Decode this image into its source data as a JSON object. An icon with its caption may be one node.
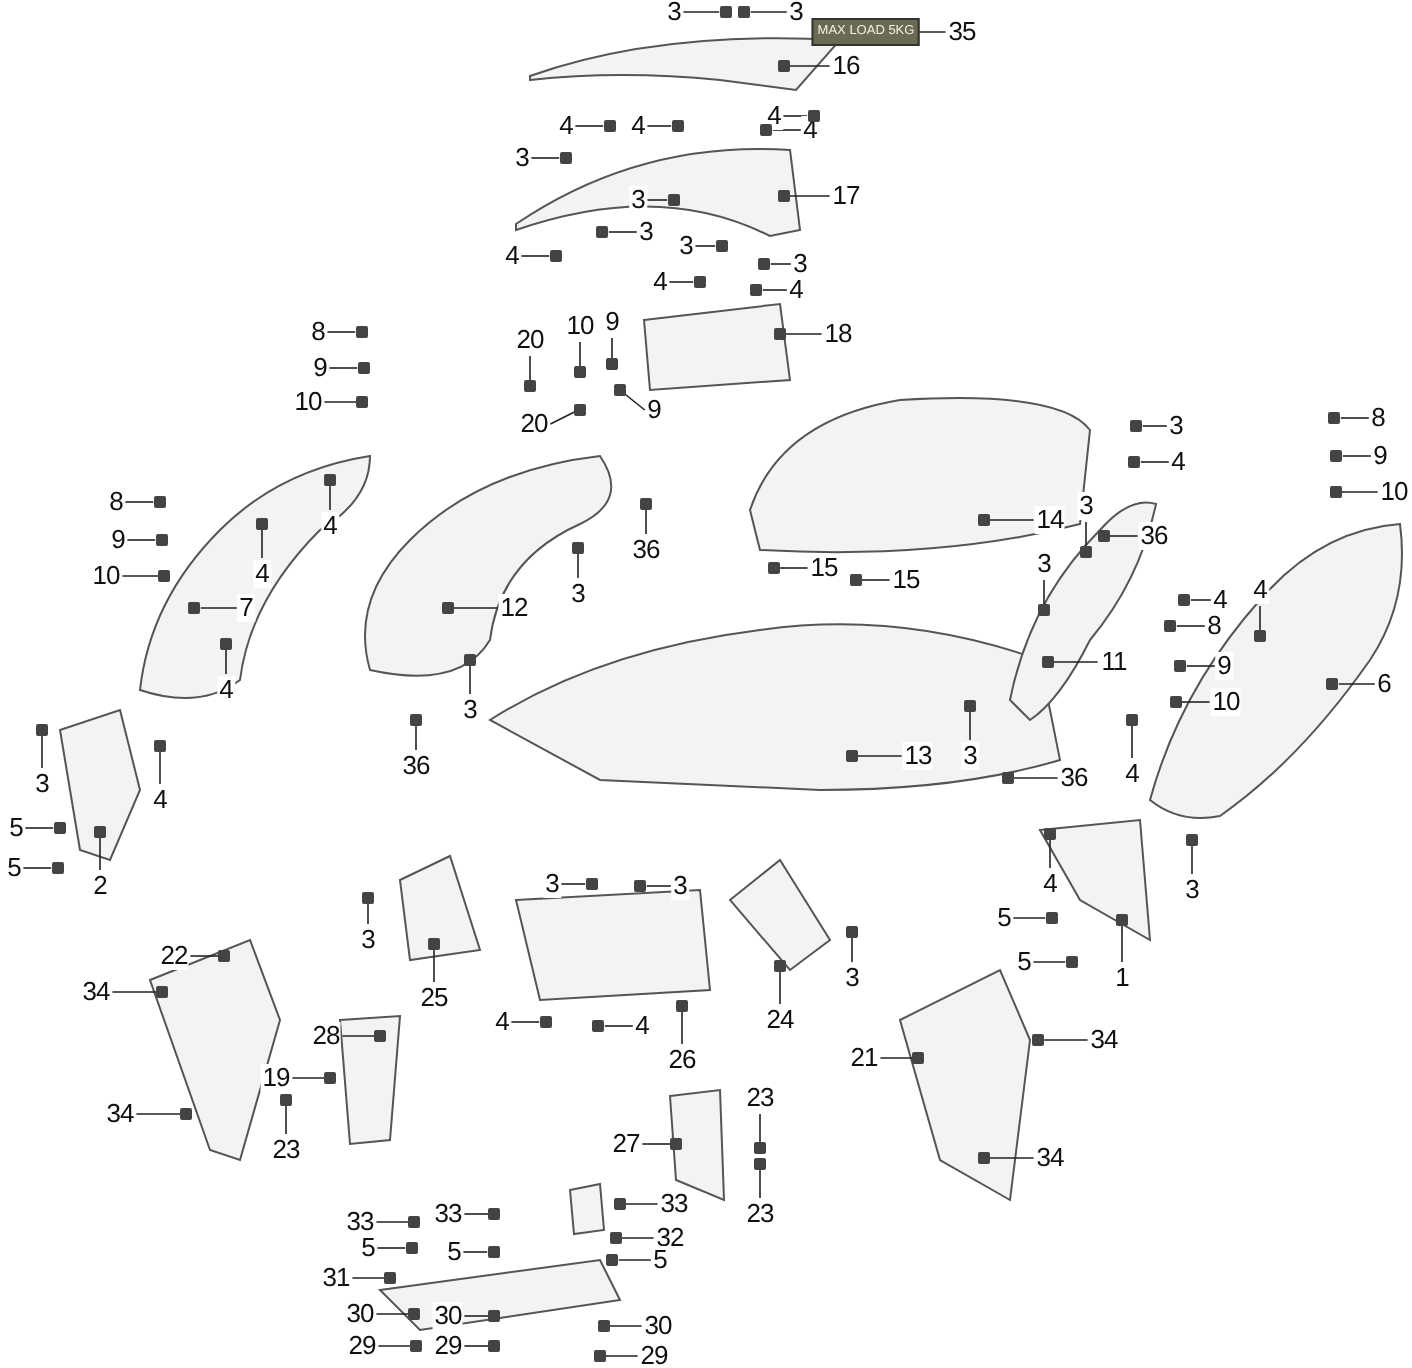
{
  "diagram": {
    "nodes": [
      {
        "text": [
          "3"
        ]
      },
      {
        "text": [
          "3"
        ]
      },
      {
        "text": [
          "MAX LOAD 5KG"
        ]
      },
      {
        "text": [
          "35"
        ]
      },
      {
        "text": [
          "16"
        ]
      },
      {
        "text": [
          "4"
        ]
      },
      {
        "text": [
          "4"
        ]
      },
      {
        "text": [
          "4"
        ]
      },
      {
        "text": [
          "4"
        ]
      },
      {
        "text": [
          "3"
        ]
      },
      {
        "text": [
          "17"
        ]
      },
      {
        "text": [
          "3"
        ]
      },
      {
        "text": [
          "3"
        ]
      },
      {
        "text": [
          "3"
        ]
      },
      {
        "text": [
          "4"
        ]
      },
      {
        "text": [
          "3"
        ]
      },
      {
        "text": [
          "4"
        ]
      },
      {
        "text": [
          "4"
        ]
      },
      {
        "text": [
          "10"
        ]
      },
      {
        "text": [
          "9"
        ]
      },
      {
        "text": [
          "8"
        ]
      },
      {
        "text": [
          "18"
        ]
      },
      {
        "text": [
          "20"
        ]
      },
      {
        "text": [
          "9"
        ]
      },
      {
        "text": [
          "10"
        ]
      },
      {
        "text": [
          "9"
        ]
      },
      {
        "text": [
          "8"
        ]
      },
      {
        "text": [
          "20"
        ]
      },
      {
        "text": [
          "3"
        ]
      },
      {
        "text": [
          "9"
        ]
      },
      {
        "text": [
          "4"
        ]
      },
      {
        "text": [
          "10"
        ]
      },
      {
        "text": [
          "8"
        ]
      },
      {
        "text": [
          "3"
        ]
      },
      {
        "text": [
          "14"
        ]
      },
      {
        "text": [
          "4"
        ]
      },
      {
        "text": [
          "36"
        ]
      },
      {
        "text": [
          "9"
        ]
      },
      {
        "text": [
          "36"
        ]
      },
      {
        "text": [
          "3"
        ]
      },
      {
        "text": [
          "15"
        ]
      },
      {
        "text": [
          "10"
        ]
      },
      {
        "text": [
          "4"
        ]
      },
      {
        "text": [
          "15"
        ]
      },
      {
        "text": [
          "4"
        ]
      },
      {
        "text": [
          "3"
        ]
      },
      {
        "text": [
          "4"
        ]
      },
      {
        "text": [
          "7"
        ]
      },
      {
        "text": [
          "12"
        ]
      },
      {
        "text": [
          "8"
        ]
      },
      {
        "text": [
          "11"
        ]
      },
      {
        "text": [
          "9"
        ]
      },
      {
        "text": [
          "6"
        ]
      },
      {
        "text": [
          "4"
        ]
      },
      {
        "text": [
          "10"
        ]
      },
      {
        "text": [
          "3"
        ]
      },
      {
        "text": [
          "13"
        ]
      },
      {
        "text": [
          "3"
        ]
      },
      {
        "text": [
          "36"
        ]
      },
      {
        "text": [
          "4"
        ]
      },
      {
        "text": [
          "36"
        ]
      },
      {
        "text": [
          "3"
        ]
      },
      {
        "text": [
          "4"
        ]
      },
      {
        "text": [
          "5"
        ]
      },
      {
        "text": [
          "5"
        ]
      },
      {
        "text": [
          "2"
        ]
      },
      {
        "text": [
          "3"
        ]
      },
      {
        "text": [
          "3"
        ]
      },
      {
        "text": [
          "4"
        ]
      },
      {
        "text": [
          "3"
        ]
      },
      {
        "text": [
          "5"
        ]
      },
      {
        "text": [
          "3"
        ]
      },
      {
        "text": [
          "22"
        ]
      },
      {
        "text": [
          "5"
        ]
      },
      {
        "text": [
          "1"
        ]
      },
      {
        "text": [
          "3"
        ]
      },
      {
        "text": [
          "34"
        ]
      },
      {
        "text": [
          "25"
        ]
      },
      {
        "text": [
          "24"
        ]
      },
      {
        "text": [
          "4"
        ]
      },
      {
        "text": [
          "4"
        ]
      },
      {
        "text": [
          "28"
        ]
      },
      {
        "text": [
          "34"
        ]
      },
      {
        "text": [
          "26"
        ]
      },
      {
        "text": [
          "21"
        ]
      },
      {
        "text": [
          "19"
        ]
      },
      {
        "text": [
          "23"
        ]
      },
      {
        "text": [
          "34"
        ]
      },
      {
        "text": [
          "27"
        ]
      },
      {
        "text": [
          "23"
        ]
      },
      {
        "text": [
          "34"
        ]
      },
      {
        "text": [
          "33"
        ]
      },
      {
        "text": [
          "33"
        ]
      },
      {
        "text": [
          "23"
        ]
      },
      {
        "text": [
          "33"
        ]
      },
      {
        "text": [
          "32"
        ]
      },
      {
        "text": [
          "5"
        ]
      },
      {
        "text": [
          "5"
        ]
      },
      {
        "text": [
          "5"
        ]
      },
      {
        "text": [
          "31"
        ]
      },
      {
        "text": [
          "30"
        ]
      },
      {
        "text": [
          "30"
        ]
      },
      {
        "text": [
          "30"
        ]
      },
      {
        "text": [
          "29"
        ]
      },
      {
        "text": [
          "29"
        ]
      },
      {
        "text": [
          "29"
        ]
      },
      {
        "text": [],
        "shape": "box"
      },
      {
        "text": [],
        "shape": "box"
      },
      {
        "text": [],
        "shape": "box"
      },
      {
        "text": [],
        "shape": "box"
      },
      {
        "text": [],
        "shape": "box"
      },
      {
        "text": [],
        "shape": "box"
      },
      {
        "text": [],
        "shape": "box"
      },
      {
        "text": [],
        "shape": "box"
      },
      {
        "text": [],
        "shape": "box"
      },
      {
        "text": [],
        "shape": "box"
      },
      {
        "text": [],
        "shape": "box"
      },
      {
        "text": [],
        "shape": "box"
      },
      {
        "text": [],
        "shape": "box"
      },
      {
        "text": [],
        "shape": "box"
      },
      {
        "text": [],
        "shape": "box"
      },
      {
        "text": [],
        "shape": "box"
      },
      {
        "text": [],
        "shape": "box"
      },
      {
        "text": [],
        "shape": "box"
      },
      {
        "text": [],
        "shape": "box"
      },
      {
        "text": [],
        "shape": "box"
      },
      {
        "text": [],
        "shape": "box"
      },
      {
        "text": [],
        "shape": "box"
      },
      {
        "text": [],
        "shape": "box"
      },
      {
        "text": [],
        "shape": "box"
      },
      {
        "text": [],
        "shape": "box"
      },
      {
        "text": [],
        "shape": "box"
      },
      {
        "text": [],
        "shape": "box"
      },
      {
        "text": [],
        "shape": "box"
      },
      {
        "text": [],
        "shape": "box"
      },
      {
        "text": [],
        "shape": "box"
      },
      {
        "text": [],
        "shape": "box"
      },
      {
        "text": [],
        "shape": "box"
      },
      {
        "text": [],
        "shape": "box"
      },
      {
        "text": [],
        "shape": "box"
      },
      {
        "text": [],
        "shape": "box"
      },
      {
        "text": [],
        "shape": "box"
      },
      {
        "text": [],
        "shape": "box"
      },
      {
        "text": [],
        "shape": "box"
      },
      {
        "text": [],
        "shape": "box"
      },
      {
        "text": [],
        "shape": "box"
      },
      {
        "text": [],
        "shape": "box"
      },
      {
        "text": [],
        "shape": "box"
      },
      {
        "text": [],
        "shape": "box"
      },
      {
        "text": [],
        "shape": "box"
      },
      {
        "text": [],
        "shape": "box"
      },
      {
        "text": [],
        "shape": "box"
      },
      {
        "text": [],
        "shape": "box"
      },
      {
        "text": [],
        "shape": "box"
      },
      {
        "text": [],
        "shape": "box"
      },
      {
        "text": [],
        "shape": "box"
      },
      {
        "text": [],
        "shape": "box"
      },
      {
        "text": [],
        "shape": "box"
      },
      {
        "text": [],
        "shape": "box"
      },
      {
        "text": [],
        "shape": "box"
      },
      {
        "text": [],
        "shape": "box"
      },
      {
        "text": [],
        "shape": "box"
      },
      {
        "text": [],
        "shape": "box"
      },
      {
        "text": [],
        "shape": "box"
      },
      {
        "text": [],
        "shape": "box"
      },
      {
        "text": [],
        "shape": "box"
      },
      {
        "text": [],
        "shape": "box"
      },
      {
        "text": [],
        "shape": "box"
      },
      {
        "text": [],
        "shape": "box"
      },
      {
        "text": [],
        "shape": "box"
      },
      {
        "text": [],
        "shape": "box"
      },
      {
        "text": [],
        "shape": "box"
      },
      {
        "text": [],
        "shape": "box"
      },
      {
        "text": [],
        "shape": "box"
      },
      {
        "text": [],
        "shape": "box"
      },
      {
        "text": [],
        "shape": "box"
      },
      {
        "text": [],
        "shape": "box"
      },
      {
        "text": [],
        "shape": "box"
      },
      {
        "text": [],
        "shape": "box"
      },
      {
        "text": [],
        "shape": "box"
      },
      {
        "text": [],
        "shape": "box"
      },
      {
        "text": [],
        "shape": "box"
      },
      {
        "text": [],
        "shape": "box"
      },
      {
        "text": [],
        "shape": "box"
      },
      {
        "text": [],
        "shape": "box"
      },
      {
        "text": [],
        "shape": "box"
      },
      {
        "text": [],
        "shape": "box"
      },
      {
        "text": [],
        "shape": "box"
      },
      {
        "text": [],
        "shape": "box"
      },
      {
        "text": [],
        "shape": "box"
      },
      {
        "text": [],
        "shape": "box"
      },
      {
        "text": [],
        "shape": "box"
      },
      {
        "text": [],
        "shape": "box"
      },
      {
        "text": [],
        "shape": "box"
      },
      {
        "text": [],
        "shape": "box"
      },
      {
        "text": [],
        "shape": "box"
      },
      {
        "text": [],
        "shape": "box"
      },
      {
        "text": [],
        "shape": "box"
      },
      {
        "text": [],
        "shape": "box"
      },
      {
        "text": [],
        "shape": "box"
      },
      {
        "text": [],
        "shape": "box"
      },
      {
        "text": [],
        "shape": "box"
      },
      {
        "text": [],
        "shape": "box"
      },
      {
        "text": [],
        "shape": "box"
      },
      {
        "text": [],
        "shape": "box"
      },
      {
        "text": [],
        "shape": "box"
      },
      {
        "text": [],
        "shape": "box"
      },
      {
        "text": [],
        "shape": "box"
      },
      {
        "text": [],
        "shape": "box"
      },
      {
        "text": [],
        "shape": "box"
      }
    ],
    "edges": [
      {
        "from": 0,
        "to": 106,
        "arrow": "none"
      },
      {
        "from": 1,
        "to": 107,
        "arrow": "none"
      },
      {
        "from": 3,
        "to": 2,
        "arrow": "none"
      },
      {
        "from": 4,
        "to": 108,
        "arrow": "none"
      },
      {
        "from": 5,
        "to": 109,
        "arrow": "none"
      },
      {
        "from": 6,
        "to": 110,
        "arrow": "none"
      },
      {
        "from": 7,
        "to": 111,
        "arrow": "none"
      },
      {
        "from": 8,
        "to": 112,
        "arrow": "none"
      },
      {
        "from": 9,
        "to": 113,
        "arrow": "none"
      },
      {
        "from": 10,
        "to": 114,
        "arrow": "none"
      },
      {
        "from": 11,
        "to": 115,
        "arrow": "none"
      },
      {
        "from": 12,
        "to": 116,
        "arrow": "none"
      },
      {
        "from": 13,
        "to": 117,
        "arrow": "none"
      },
      {
        "from": 14,
        "to": 118,
        "arrow": "none"
      },
      {
        "from": 15,
        "to": 119,
        "arrow": "none"
      },
      {
        "from": 16,
        "to": 120,
        "arrow": "none"
      },
      {
        "from": 17,
        "to": 121,
        "arrow": "none"
      },
      {
        "from": 18,
        "to": 122,
        "arrow": "none"
      },
      {
        "from": 19,
        "to": 123,
        "arrow": "none"
      },
      {
        "from": 20,
        "to": 124,
        "arrow": "none"
      },
      {
        "from": 21,
        "to": 125,
        "arrow": "none"
      },
      {
        "from": 22,
        "to": 126,
        "arrow": "none"
      },
      {
        "from": 23,
        "to": 127,
        "arrow": "none"
      },
      {
        "from": 24,
        "to": 128,
        "arrow": "none"
      },
      {
        "from": 25,
        "to": 129,
        "arrow": "none"
      },
      {
        "from": 26,
        "to": 130,
        "arrow": "none"
      },
      {
        "from": 27,
        "to": 131,
        "arrow": "none"
      },
      {
        "from": 28,
        "to": 132,
        "arrow": "none"
      },
      {
        "from": 29,
        "to": 133,
        "arrow": "none"
      },
      {
        "from": 30,
        "to": 134,
        "arrow": "none"
      },
      {
        "from": 31,
        "to": 135,
        "arrow": "none"
      },
      {
        "from": 32,
        "to": 136,
        "arrow": "none"
      },
      {
        "from": 33,
        "to": 137,
        "arrow": "none"
      },
      {
        "from": 34,
        "to": 138,
        "arrow": "none"
      },
      {
        "from": 35,
        "to": 139,
        "arrow": "none"
      },
      {
        "from": 36,
        "to": 140,
        "arrow": "none"
      },
      {
        "from": 37,
        "to": 141,
        "arrow": "none"
      },
      {
        "from": 38,
        "to": 142,
        "arrow": "none"
      },
      {
        "from": 39,
        "to": 143,
        "arrow": "none"
      },
      {
        "from": 40,
        "to": 144,
        "arrow": "none"
      },
      {
        "from": 41,
        "to": 145,
        "arrow": "none"
      },
      {
        "from": 42,
        "to": 146,
        "arrow": "none"
      },
      {
        "from": 43,
        "to": 147,
        "arrow": "none"
      },
      {
        "from": 44,
        "to": 148,
        "arrow": "none"
      },
      {
        "from": 45,
        "to": 149,
        "arrow": "none"
      },
      {
        "from": 46,
        "to": 150,
        "arrow": "none"
      },
      {
        "from": 47,
        "to": 151,
        "arrow": "none"
      },
      {
        "from": 48,
        "to": 152,
        "arrow": "none"
      },
      {
        "from": 49,
        "to": 153,
        "arrow": "none"
      },
      {
        "from": 50,
        "to": 154,
        "arrow": "none"
      },
      {
        "from": 51,
        "to": 155,
        "arrow": "none"
      },
      {
        "from": 52,
        "to": 156,
        "arrow": "none"
      },
      {
        "from": 53,
        "to": 157,
        "arrow": "none"
      },
      {
        "from": 54,
        "to": 158,
        "arrow": "none"
      },
      {
        "from": 55,
        "to": 159,
        "arrow": "none"
      },
      {
        "from": 56,
        "to": 160,
        "arrow": "none"
      },
      {
        "from": 57,
        "to": 161,
        "arrow": "none"
      },
      {
        "from": 58,
        "to": 162,
        "arrow": "none"
      },
      {
        "from": 59,
        "to": 163,
        "arrow": "none"
      },
      {
        "from": 60,
        "to": 164,
        "arrow": "none"
      },
      {
        "from": 61,
        "to": 165,
        "arrow": "none"
      },
      {
        "from": 62,
        "to": 166,
        "arrow": "none"
      },
      {
        "from": 63,
        "to": 167,
        "arrow": "none"
      },
      {
        "from": 64,
        "to": 168,
        "arrow": "none"
      },
      {
        "from": 65,
        "to": 169,
        "arrow": "none"
      },
      {
        "from": 66,
        "to": 170,
        "arrow": "none"
      },
      {
        "from": 67,
        "to": 171,
        "arrow": "none"
      },
      {
        "from": 68,
        "to": 172,
        "arrow": "none"
      },
      {
        "from": 69,
        "to": 173,
        "arrow": "none"
      },
      {
        "from": 70,
        "to": 174,
        "arrow": "none"
      },
      {
        "from": 71,
        "to": 175,
        "arrow": "none"
      },
      {
        "from": 72,
        "to": 176,
        "arrow": "none"
      },
      {
        "from": 73,
        "to": 177,
        "arrow": "none"
      },
      {
        "from": 74,
        "to": 178,
        "arrow": "none"
      },
      {
        "from": 75,
        "to": 179,
        "arrow": "none"
      },
      {
        "from": 76,
        "to": 180,
        "arrow": "none"
      },
      {
        "from": 77,
        "to": 181,
        "arrow": "none"
      },
      {
        "from": 78,
        "to": 182,
        "arrow": "none"
      },
      {
        "from": 79,
        "to": 183,
        "arrow": "none"
      },
      {
        "from": 80,
        "to": 184,
        "arrow": "none"
      },
      {
        "from": 81,
        "to": 185,
        "arrow": "none"
      },
      {
        "from": 82,
        "to": 186,
        "arrow": "none"
      },
      {
        "from": 83,
        "to": 187,
        "arrow": "none"
      },
      {
        "from": 84,
        "to": 188,
        "arrow": "none"
      },
      {
        "from": 85,
        "to": 189,
        "arrow": "none"
      },
      {
        "from": 86,
        "to": 190,
        "arrow": "none"
      },
      {
        "from": 87,
        "to": 191,
        "arrow": "none"
      },
      {
        "from": 88,
        "to": 192,
        "arrow": "none"
      },
      {
        "from": 89,
        "to": 193,
        "arrow": "none"
      },
      {
        "from": 90,
        "to": 194,
        "arrow": "none"
      },
      {
        "from": 91,
        "to": 195,
        "arrow": "none"
      },
      {
        "from": 92,
        "to": 196,
        "arrow": "none"
      },
      {
        "from": 93,
        "to": 197,
        "arrow": "none"
      },
      {
        "from": 94,
        "to": 198,
        "arrow": "none"
      },
      {
        "from": 95,
        "to": 199,
        "arrow": "none"
      },
      {
        "from": 96,
        "to": 200,
        "arrow": "none"
      },
      {
        "from": 97,
        "to": 201,
        "arrow": "none"
      },
      {
        "from": 98,
        "to": 202,
        "arrow": "none"
      },
      {
        "from": 99,
        "to": 203,
        "arrow": "none"
      },
      {
        "from": 100,
        "to": 204,
        "arrow": "none"
      },
      {
        "from": 101,
        "to": 205,
        "arrow": "none"
      },
      {
        "from": 102,
        "to": 206,
        "arrow": "none"
      },
      {
        "from": 103,
        "to": 207,
        "arrow": "none"
      },
      {
        "from": 104,
        "to": 208,
        "arrow": "none"
      },
      {
        "from": 105,
        "to": 209,
        "arrow": "none"
      }
    ]
  }
}
